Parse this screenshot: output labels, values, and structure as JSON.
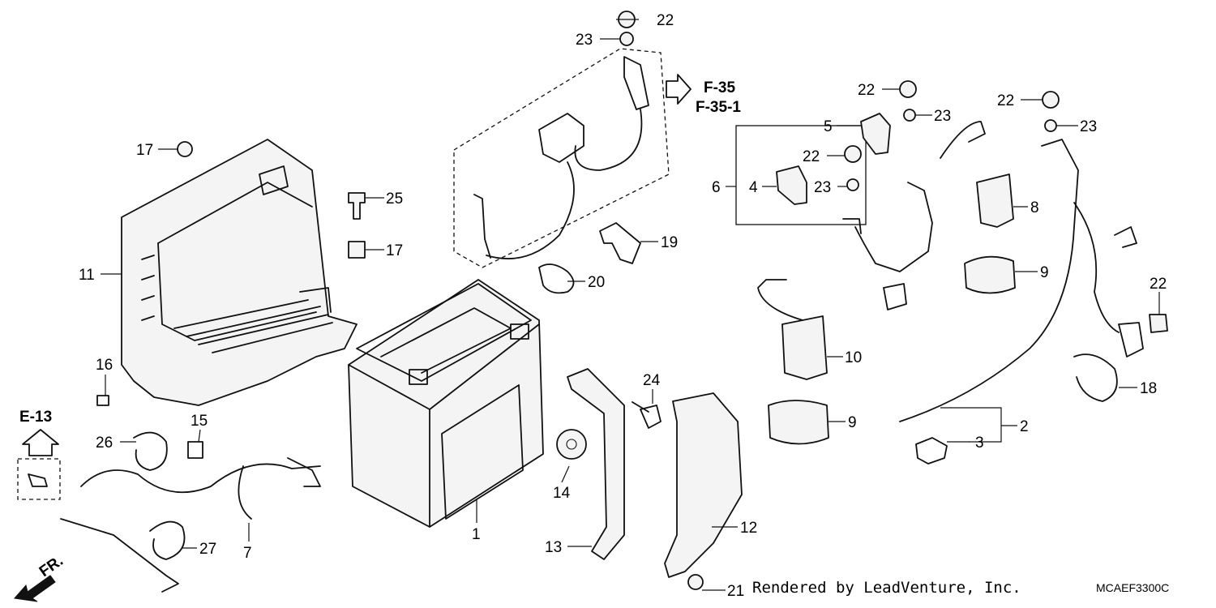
{
  "labels": {
    "n1": "1",
    "n2": "2",
    "n3": "3",
    "n4": "4",
    "n5": "5",
    "n6": "6",
    "n7": "7",
    "n8": "8",
    "n9": "9",
    "n10": "10",
    "n11": "11",
    "n12": "12",
    "n13": "13",
    "n14": "14",
    "n15": "15",
    "n16": "16",
    "n17": "17",
    "n18": "18",
    "n19": "19",
    "n20": "20",
    "n21": "21",
    "n22": "22",
    "n23": "23",
    "n24": "24",
    "n25": "25",
    "n26": "26",
    "n27": "27"
  },
  "refs": {
    "e13": "E-13",
    "f35": "F-35",
    "f351": "F-35-1",
    "fr": "FR."
  },
  "footer": {
    "credit": "Rendered by LeadVenture, Inc.",
    "code": "MCAEF3300C"
  }
}
